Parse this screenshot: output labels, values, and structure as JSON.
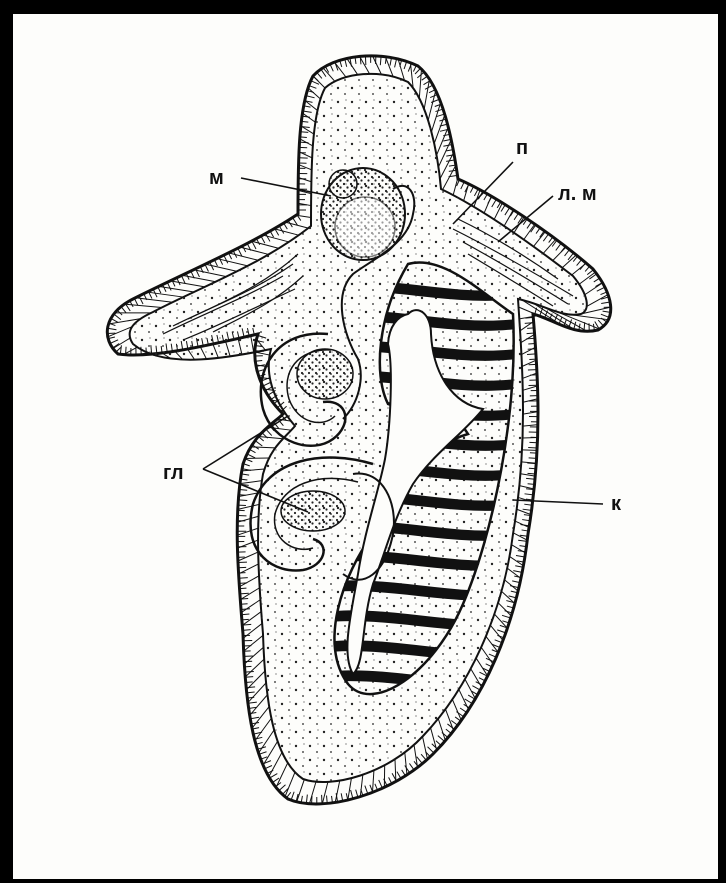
{
  "figure": {
    "labels": {
      "m": "м",
      "p": "п",
      "lm": "л. м",
      "gl": "гл",
      "k": "к"
    },
    "colors": {
      "background": "#fdfdfb",
      "ink": "#111111",
      "frame": "#000000"
    }
  }
}
